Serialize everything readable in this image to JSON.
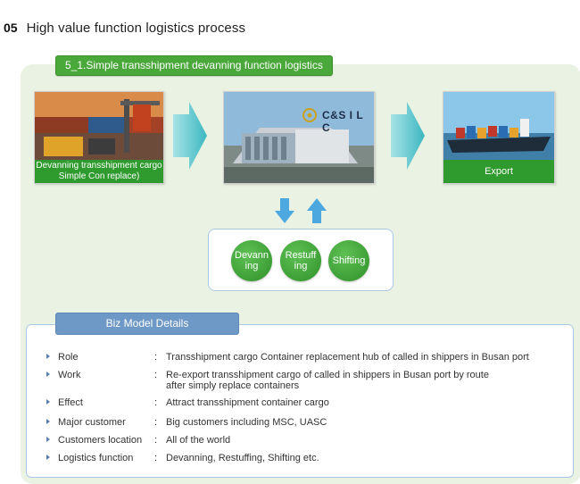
{
  "heading": {
    "number": "05",
    "title": "High value function logistics process"
  },
  "section_tab": "5_1.Simple transshipment devanning function logistics",
  "cards": {
    "left_caption": "Devanning transshipment cargo\nSimple Con replace)",
    "center_logo_text": "C&S I L C",
    "right_caption": "Export"
  },
  "operations": [
    "Devann\ning",
    "Restuff\ning",
    "Shifting"
  ],
  "details": {
    "tab_label": "Biz Model Details",
    "rows": [
      {
        "label": "Role",
        "value": "Transshipment cargo Container replacement hub of called in shippers in Busan port"
      },
      {
        "label": "Work",
        "value": "Re-export transshipment cargo of called in shippers in Busan port by route\nafter simply replace containers"
      },
      {
        "label": "Effect",
        "value": "Attract transshipment container cargo"
      },
      {
        "label": "Major customer",
        "value": "Big customers including MSC, UASC"
      },
      {
        "label": "Customers location",
        "value": "All of the world"
      },
      {
        "label": "Logistics function",
        "value": "Devanning, Restuffing, Shifting etc."
      }
    ]
  },
  "colors": {
    "accent_green": "#2f9a2e",
    "arrow_teal": "#5cc9cf",
    "details_blue": "#6e99c6",
    "panel_bg": "#e9f2e3"
  }
}
